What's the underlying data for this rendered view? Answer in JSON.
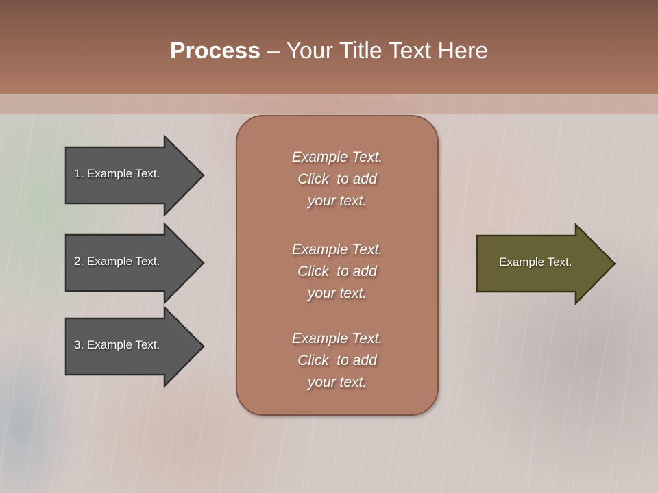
{
  "slide": {
    "title": {
      "bold": "Process",
      "rest": " – Your Title Text Here"
    },
    "colors": {
      "title_bar_top": "#785546",
      "title_bar_bottom": "#ae7a65",
      "left_arrow_fill": "#5b5b5b",
      "left_arrow_border": "#2e2e2e",
      "center_box_fill": "#b07e69",
      "center_box_border": "#7c5444",
      "right_arrow_fill": "#676235",
      "right_arrow_border": "#35331a",
      "text": "#ffffff"
    },
    "left_arrows": [
      {
        "label": "1. Example Text."
      },
      {
        "label": "2. Example Text."
      },
      {
        "label": "3. Example Text."
      }
    ],
    "center_box": {
      "blocks": [
        {
          "line1": "Example Text.",
          "line2": "Click  to add",
          "line3": "your text."
        },
        {
          "line1": "Example Text.",
          "line2": "Click  to add",
          "line3": "your text."
        },
        {
          "line1": "Example Text.",
          "line2": "Click  to add",
          "line3": "your text."
        }
      ]
    },
    "right_arrow": {
      "label": "Example Text."
    }
  }
}
